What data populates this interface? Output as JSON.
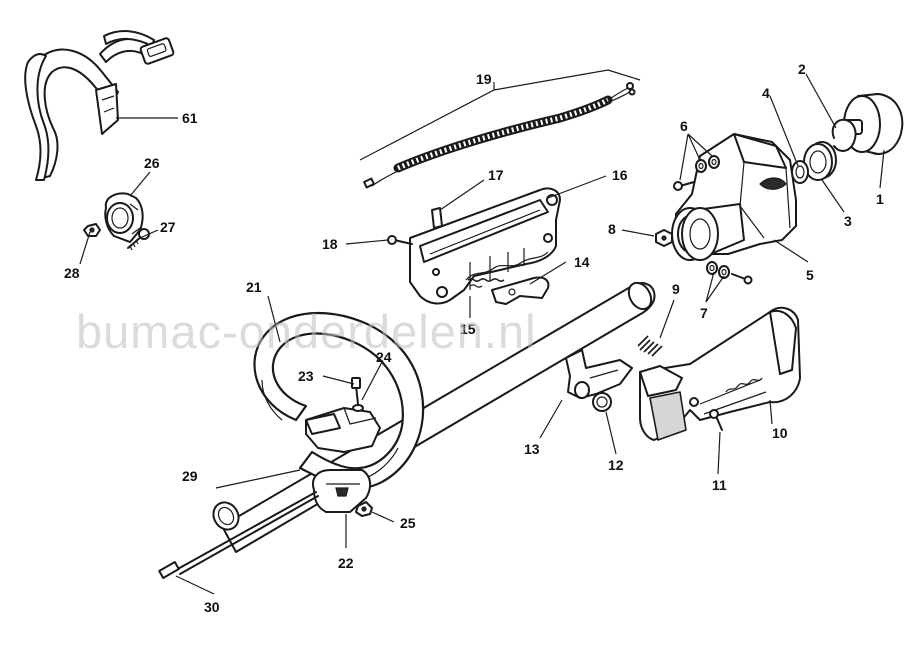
{
  "watermark": "bumac-onderdelen.nl",
  "callouts": {
    "c1": "1",
    "c2": "2",
    "c3": "3",
    "c4": "4",
    "c5": "5",
    "c6": "6",
    "c7": "7",
    "c8": "8",
    "c9": "9",
    "c10": "10",
    "c11": "11",
    "c12": "12",
    "c13": "13",
    "c14": "14",
    "c15": "15",
    "c16": "16",
    "c17": "17",
    "c18": "18",
    "c19": "19",
    "c21": "21",
    "c22": "22",
    "c23": "23",
    "c24": "24",
    "c25": "25",
    "c26": "26",
    "c27": "27",
    "c28": "28",
    "c29": "29",
    "c30": "30",
    "c61": "61"
  }
}
